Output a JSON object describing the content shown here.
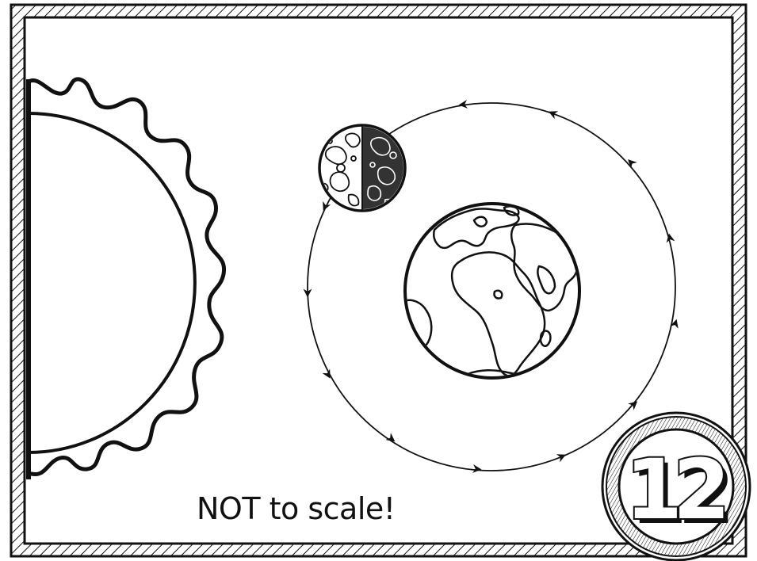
{
  "caption": "NOT to scale!",
  "card_number": "12",
  "orbit_direction": "counterclockwise",
  "bodies": [
    "sun",
    "earth",
    "moon"
  ],
  "moon_phase": "half-lit",
  "colors": {
    "ink": "#111111",
    "background": "#ffffff",
    "moon_shadow": "#333333"
  }
}
